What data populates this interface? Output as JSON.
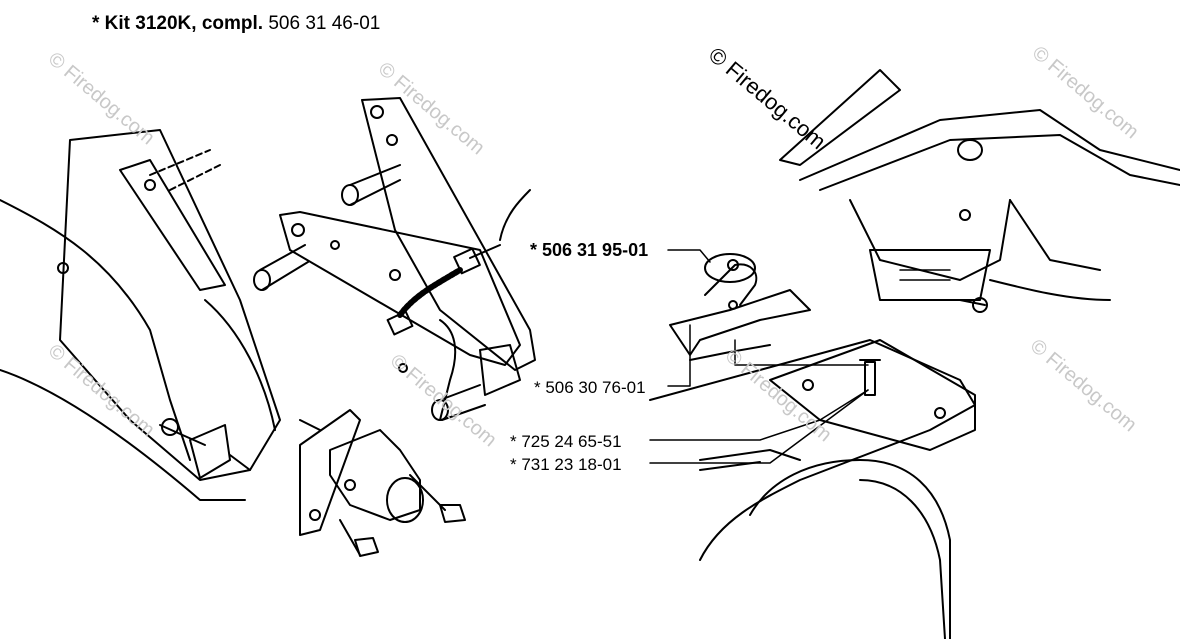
{
  "kit": {
    "bold_label": "* Kit 3120K, compl.",
    "number": "506 31 46-01"
  },
  "callouts": [
    {
      "text": "* 506 31 95-01",
      "bold": true
    },
    {
      "text": "* 506 30 76-01",
      "bold": false
    },
    {
      "text": "* 725 24 65-51",
      "bold": false
    },
    {
      "text": "* 731 23 18-01",
      "bold": false
    }
  ],
  "watermark": {
    "text": "© Firedog.com"
  }
}
